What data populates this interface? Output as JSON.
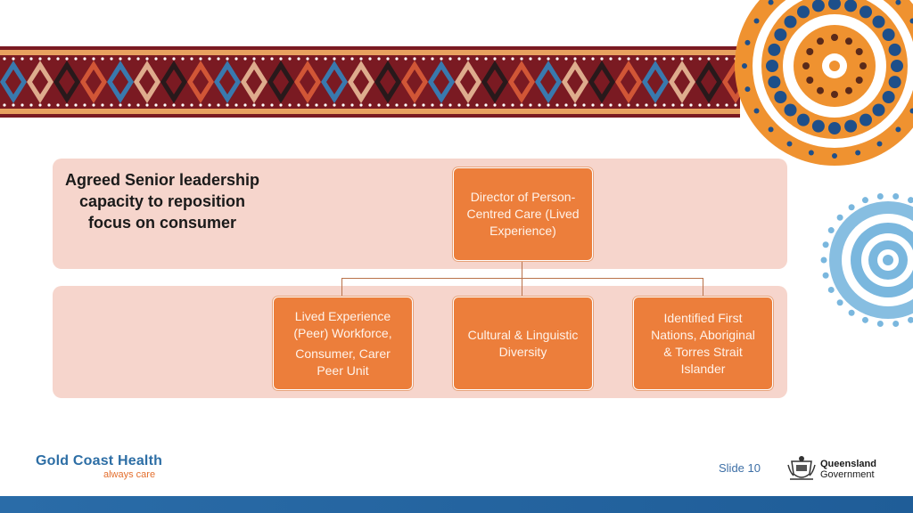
{
  "heading": "Agreed Senior leadership capacity to reposition focus on consumer",
  "top_box": [
    "Director of Person-",
    "Centred Care (Lived",
    "Experience)"
  ],
  "boxes": [
    [
      "Lived Experience",
      "(Peer) Workforce,",
      "Consumer, Carer",
      "Peer Unit"
    ],
    [
      "Cultural & Linguistic",
      "Diversity"
    ],
    [
      "Identified First",
      "Nations, Aboriginal",
      "& Torres Strait",
      "Islander"
    ]
  ],
  "footer": {
    "org_name": "Gold Coast Health",
    "tagline": "always care",
    "slide": "Slide 10",
    "gov_name": "Queensland",
    "gov_sub": "Government"
  },
  "colors": {
    "box": "#ec7e3b",
    "panel": "#f6d5cc",
    "connector": "#b9724a",
    "footer_bar": "#2a6ca8",
    "brand_blue": "#2d6ea5",
    "brand_orange": "#e36f2e"
  },
  "icons": [
    "aboriginal-art-band",
    "dot-painting-orange-icon",
    "dot-painting-blue-icon",
    "queensland-crest-icon"
  ]
}
